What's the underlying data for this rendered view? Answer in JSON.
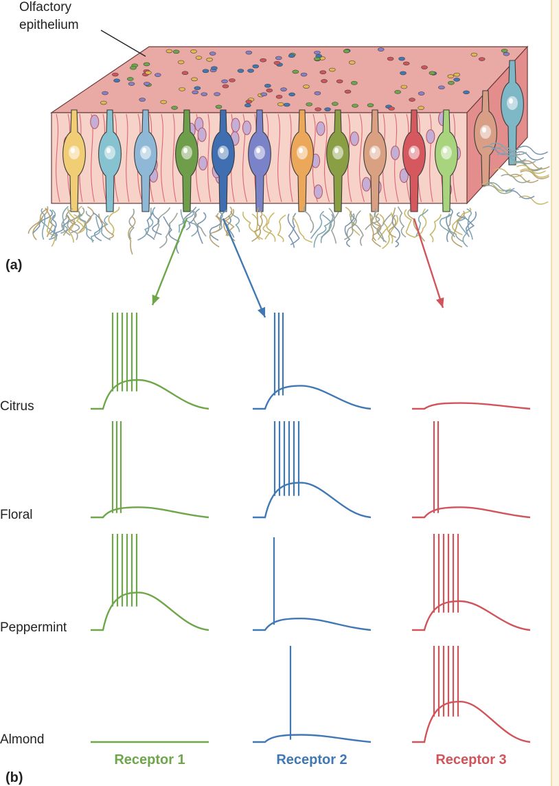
{
  "labels": {
    "epithelium_line1": "Olfactory",
    "epithelium_line2": "epithelium",
    "part_a": "(a)",
    "part_b": "(b)"
  },
  "odorants": [
    "Citrus",
    "Floral",
    "Peppermint",
    "Almond"
  ],
  "receptors": [
    {
      "name": "Receptor 1",
      "color": "#6ea64a"
    },
    {
      "name": "Receptor 2",
      "color": "#3f78b5"
    },
    {
      "name": "Receptor 3",
      "color": "#d0545a"
    }
  ],
  "responses": [
    [
      {
        "spikes": 6,
        "amp": 1.0
      },
      {
        "spikes": 3,
        "amp": 0.8
      },
      {
        "spikes": 0,
        "amp": 0.2
      }
    ],
    [
      {
        "spikes": 3,
        "amp": 0.35
      },
      {
        "spikes": 6,
        "amp": 1.2
      },
      {
        "spikes": 2,
        "amp": 0.35
      }
    ],
    [
      {
        "spikes": 6,
        "amp": 1.3
      },
      {
        "spikes": 1,
        "amp": 0.4
      },
      {
        "spikes": 6,
        "amp": 1.0
      }
    ],
    [
      {
        "spikes": 0,
        "amp": 0
      },
      {
        "spikes": 1,
        "amp": 0.25
      },
      {
        "spikes": 6,
        "amp": 1.4
      }
    ]
  ],
  "cell_colors": [
    "#f1cd75",
    "#86c2cf",
    "#8fb8d6",
    "#6f9e4b",
    "#3f6fb0",
    "#7a82c8",
    "#eca85a",
    "#8a9e43",
    "#d9a182",
    "#d5585e",
    "#a8d47e",
    "#d89f86",
    "#7eb7c6"
  ],
  "tissue_colors": {
    "top": "#e9aaa6",
    "front": "#f6d2c9",
    "side": "#e48d8d",
    "vessel": "#d9485a",
    "nucleus": "#c4aed6"
  }
}
